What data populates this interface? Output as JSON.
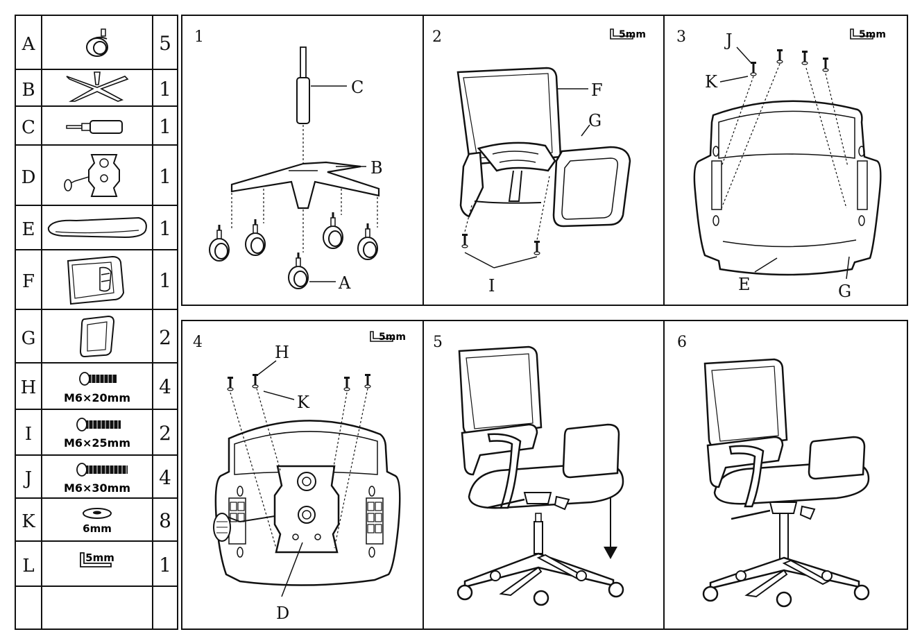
{
  "parts": [
    {
      "letter": "A",
      "icon": "caster-wheel-icon",
      "spec": "",
      "qty": "5"
    },
    {
      "letter": "B",
      "icon": "chair-base-icon",
      "spec": "",
      "qty": "1"
    },
    {
      "letter": "C",
      "icon": "gas-lift-icon",
      "spec": "",
      "qty": "1"
    },
    {
      "letter": "D",
      "icon": "seat-mechanism-icon",
      "spec": "",
      "qty": "1"
    },
    {
      "letter": "E",
      "icon": "seat-cushion-icon",
      "spec": "",
      "qty": "1"
    },
    {
      "letter": "F",
      "icon": "backrest-icon",
      "spec": "",
      "qty": "1"
    },
    {
      "letter": "G",
      "icon": "armrest-icon",
      "spec": "",
      "qty": "2"
    },
    {
      "letter": "H",
      "icon": "bolt-icon",
      "spec": "M6×20mm",
      "qty": "4"
    },
    {
      "letter": "I",
      "icon": "bolt-icon",
      "spec": "M6×25mm",
      "qty": "2"
    },
    {
      "letter": "J",
      "icon": "bolt-icon",
      "spec": "M6×30mm",
      "qty": "4"
    },
    {
      "letter": "K",
      "icon": "washer-icon",
      "spec": "6mm",
      "qty": "8"
    },
    {
      "letter": "L",
      "icon": "hex-key-icon",
      "spec": "5mm",
      "qty": "1"
    }
  ],
  "steps": [
    {
      "number": "1",
      "tool": "",
      "labels": {
        "c": "C",
        "b": "B",
        "a": "A"
      }
    },
    {
      "number": "2",
      "tool": "5mm",
      "labels": {
        "f": "F",
        "g": "G",
        "i": "I"
      }
    },
    {
      "number": "3",
      "tool": "5mm",
      "labels": {
        "j": "J",
        "k": "K",
        "e": "E",
        "g": "G"
      }
    },
    {
      "number": "4",
      "tool": "5mm",
      "labels": {
        "h": "H",
        "k": "K",
        "d": "D"
      }
    },
    {
      "number": "5",
      "tool": "",
      "labels": {}
    },
    {
      "number": "6",
      "tool": "",
      "labels": {}
    }
  ]
}
